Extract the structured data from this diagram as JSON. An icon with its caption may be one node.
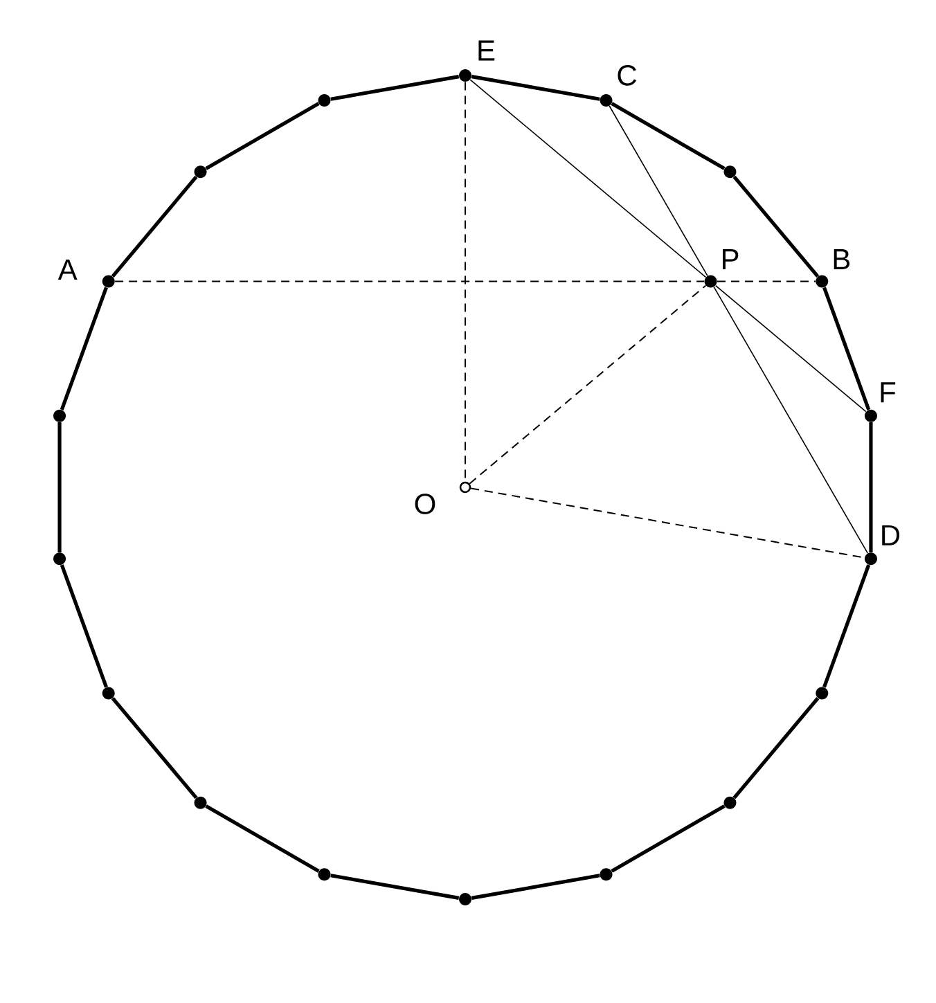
{
  "diagram": {
    "nodes": [
      {
        "text": [],
        "shape": "dot",
        "beside": [
          "E"
        ]
      },
      {
        "text": [],
        "shape": "dot",
        "beside": [
          "C"
        ]
      },
      {
        "text": [],
        "shape": "dot"
      },
      {
        "text": [],
        "shape": "dot",
        "beside": [
          "B"
        ]
      },
      {
        "text": [],
        "shape": "dot",
        "beside": [
          "F"
        ]
      },
      {
        "text": [],
        "shape": "dot",
        "beside": [
          "D"
        ]
      },
      {
        "text": [],
        "shape": "dot"
      },
      {
        "text": [],
        "shape": "dot"
      },
      {
        "text": [],
        "shape": "dot"
      },
      {
        "text": [],
        "shape": "dot"
      },
      {
        "text": [],
        "shape": "dot"
      },
      {
        "text": [],
        "shape": "dot"
      },
      {
        "text": [],
        "shape": "dot"
      },
      {
        "text": [],
        "shape": "dot"
      },
      {
        "text": [],
        "shape": "dot"
      },
      {
        "text": [],
        "shape": "dot",
        "beside": [
          "A"
        ]
      },
      {
        "text": [],
        "shape": "dot"
      },
      {
        "text": [],
        "shape": "dot"
      },
      {
        "text": [],
        "shape": "circle",
        "beside": [
          "O"
        ]
      },
      {
        "text": [],
        "shape": "dot",
        "beside": [
          "P"
        ]
      }
    ],
    "edges": [
      {
        "from": 0,
        "to": 1,
        "arrow": "none"
      },
      {
        "from": 1,
        "to": 2,
        "arrow": "none"
      },
      {
        "from": 2,
        "to": 3,
        "arrow": "none"
      },
      {
        "from": 3,
        "to": 4,
        "arrow": "none"
      },
      {
        "from": 4,
        "to": 5,
        "arrow": "none"
      },
      {
        "from": 5,
        "to": 6,
        "arrow": "none"
      },
      {
        "from": 6,
        "to": 7,
        "arrow": "none"
      },
      {
        "from": 7,
        "to": 8,
        "arrow": "none"
      },
      {
        "from": 8,
        "to": 9,
        "arrow": "none"
      },
      {
        "from": 9,
        "to": 10,
        "arrow": "none"
      },
      {
        "from": 10,
        "to": 11,
        "arrow": "none"
      },
      {
        "from": 11,
        "to": 12,
        "arrow": "none"
      },
      {
        "from": 12,
        "to": 13,
        "arrow": "none"
      },
      {
        "from": 13,
        "to": 14,
        "arrow": "none"
      },
      {
        "from": 14,
        "to": 15,
        "arrow": "none"
      },
      {
        "from": 15,
        "to": 16,
        "arrow": "none"
      },
      {
        "from": 16,
        "to": 17,
        "arrow": "none"
      },
      {
        "from": 17,
        "to": 0,
        "arrow": "none"
      },
      {
        "from": 15,
        "to": 19,
        "arrow": "none",
        "style": "dashed"
      },
      {
        "from": 19,
        "to": 3,
        "arrow": "none",
        "style": "dashed"
      },
      {
        "from": 0,
        "to": 18,
        "arrow": "none",
        "style": "dashed"
      },
      {
        "from": 18,
        "to": 19,
        "arrow": "none",
        "style": "dashed"
      },
      {
        "from": 18,
        "to": 5,
        "arrow": "none",
        "style": "dashed"
      },
      {
        "from": 0,
        "to": 19,
        "arrow": "none"
      },
      {
        "from": 19,
        "to": 4,
        "arrow": "none"
      },
      {
        "from": 1,
        "to": 19,
        "arrow": "none"
      },
      {
        "from": 19,
        "to": 5,
        "arrow": "none"
      }
    ]
  }
}
